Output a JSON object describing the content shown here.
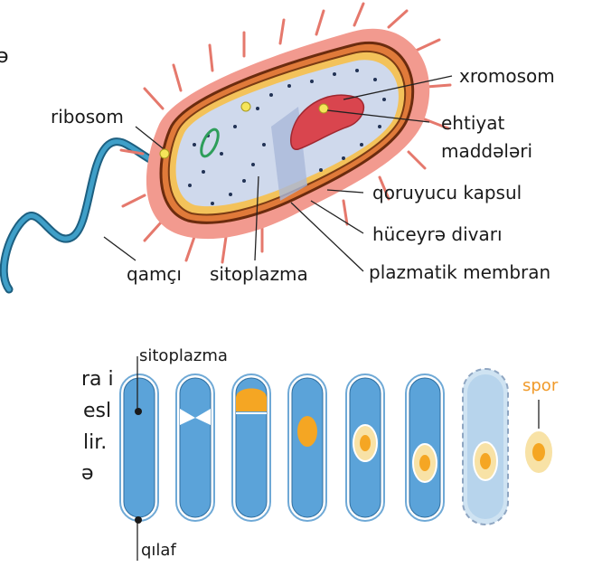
{
  "bacterium": {
    "labels": {
      "ribosom": "ribosom",
      "xromosom": "xromosom",
      "ehtiyat_line1": "ehtiyat",
      "ehtiyat_line2": "maddələri",
      "qoruyucu": "qoruyucu kapsul",
      "huceyre": "hüceyrə divarı",
      "plazmatik": "plazmatik membran",
      "qamci": "qamçı",
      "sitoplazma": "sitoplazma"
    }
  },
  "side_text": {
    "top_char": "ə",
    "line1": "ra isə",
    "line2": "eslər",
    "line3": "lir.",
    "line4": "ə"
  },
  "spore_diagram": {
    "label_top": "sitoplazma",
    "label_bottom": "qılaf",
    "label_spor": "spor"
  },
  "colors": {
    "capsule": "#f29a8f",
    "wall": "#8a3b14",
    "cytoplasm": "#cfd9ec",
    "flagellum": "#2f7fa5",
    "rod": "#5ba3d9",
    "spore": "#f5a623"
  }
}
